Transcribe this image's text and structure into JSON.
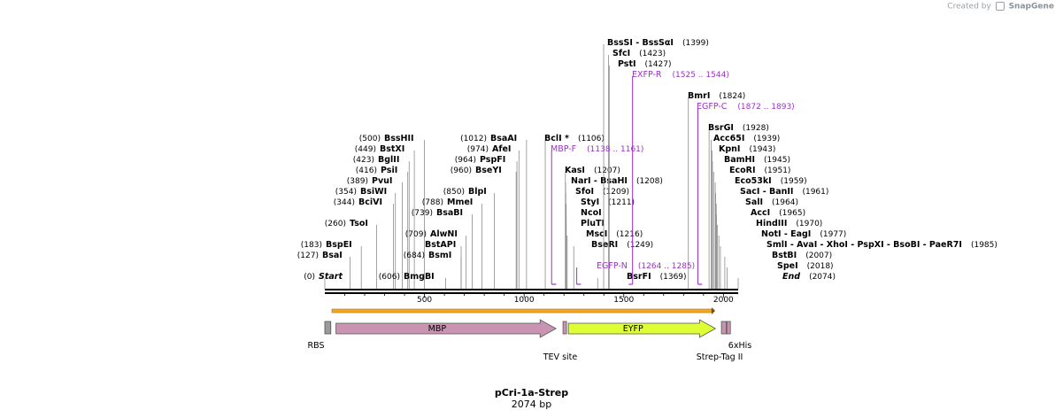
{
  "watermark": {
    "prefix": "Created by",
    "brand": "SnapGene"
  },
  "plasmid": {
    "name": "pCri-1a-Strep",
    "size": "2074 bp",
    "length": 2074
  },
  "colors": {
    "site_line": "#8c8c8c",
    "primer": "#9b30c9",
    "mbp": "#c994b2",
    "eyfp": "#ddff33",
    "tag": "#c994b2",
    "rbs": "#9a9a9a",
    "orf": "#f5a623"
  },
  "ticks": [
    "500",
    "1000",
    "1500",
    "2000"
  ],
  "tick_values": [
    500,
    1000,
    1500,
    2000
  ],
  "left_sites": [
    {
      "name": "Start",
      "pos": "(0)",
      "bp": 0,
      "italic": true
    },
    {
      "name": "BsaI",
      "pos": "(127)",
      "bp": 127
    },
    {
      "name": "BspEI",
      "pos": "(183)",
      "bp": 183
    },
    {
      "name": "TsoI",
      "pos": "(260)",
      "bp": 260
    },
    {
      "name": "BciVI",
      "pos": "(344)",
      "bp": 344
    },
    {
      "name": "BsiWI",
      "pos": "(354)",
      "bp": 354
    },
    {
      "name": "PvuI",
      "pos": "(389)",
      "bp": 389
    },
    {
      "name": "PsiI",
      "pos": "(416)",
      "bp": 416
    },
    {
      "name": "BglII",
      "pos": "(423)",
      "bp": 423
    },
    {
      "name": "BstXI",
      "pos": "(449)",
      "bp": 449
    },
    {
      "name": "BssHII",
      "pos": "(500)",
      "bp": 500
    }
  ],
  "mid_sites": [
    {
      "name": "BmgBI",
      "pos": "(606)",
      "bp": 606
    },
    {
      "name": "BsmI",
      "pos": "(684)",
      "bp": 684
    },
    {
      "name": "BstAPI",
      "pos": "",
      "bp": 684
    },
    {
      "name": "AlwNI",
      "pos": "(709)",
      "bp": 709
    },
    {
      "name": "BsaBI",
      "pos": "(739)",
      "bp": 739
    },
    {
      "name": "MmeI",
      "pos": "(788)",
      "bp": 788
    },
    {
      "name": "BlpI",
      "pos": "(850)",
      "bp": 850
    },
    {
      "name": "BseYI",
      "pos": "(960)",
      "bp": 960
    },
    {
      "name": "PspFI",
      "pos": "(964)",
      "bp": 964
    },
    {
      "name": "AfeI",
      "pos": "(974)",
      "bp": 974
    },
    {
      "name": "BsaAI",
      "pos": "(1012)",
      "bp": 1012
    }
  ],
  "right_sites": [
    {
      "name": "BsrFI",
      "pos": "(1369)",
      "bp": 1369
    },
    {
      "name": "BseRI",
      "pos": "(1249)",
      "bp": 1249
    },
    {
      "name": "MscI",
      "pos": "(1216)",
      "bp": 1216
    },
    {
      "name": "PluTI",
      "pos": "",
      "bp": 1211
    },
    {
      "name": "NcoI",
      "pos": "",
      "bp": 1211
    },
    {
      "name": "StyI",
      "pos": "(1211)",
      "bp": 1211
    },
    {
      "name": "SfoI",
      "pos": "(1209)",
      "bp": 1209
    },
    {
      "name": "NarI - BsaHI",
      "pos": "(1208)",
      "bp": 1208
    },
    {
      "name": "KasI",
      "pos": "(1207)",
      "bp": 1207
    },
    {
      "name": "BclI *",
      "pos": "(1106)",
      "bp": 1106
    },
    {
      "name": "BmrI",
      "pos": "(1824)",
      "bp": 1824
    },
    {
      "name": "PstI",
      "pos": "(1427)",
      "bp": 1427
    },
    {
      "name": "SfcI",
      "pos": "(1423)",
      "bp": 1423
    },
    {
      "name": "BssSI - BssSαI",
      "pos": "(1399)",
      "bp": 1399
    },
    {
      "name": "BsrGI",
      "pos": "(1928)",
      "bp": 1928
    },
    {
      "name": "Acc65I",
      "pos": "(1939)",
      "bp": 1939
    },
    {
      "name": "KpnI",
      "pos": "(1943)",
      "bp": 1943
    },
    {
      "name": "BamHI",
      "pos": "(1945)",
      "bp": 1945
    },
    {
      "name": "EcoRI",
      "pos": "(1951)",
      "bp": 1951
    },
    {
      "name": "Eco53kI",
      "pos": "(1959)",
      "bp": 1959
    },
    {
      "name": "SacI - BanII",
      "pos": "(1961)",
      "bp": 1961
    },
    {
      "name": "SalI",
      "pos": "(1964)",
      "bp": 1964
    },
    {
      "name": "AccI",
      "pos": "(1965)",
      "bp": 1965
    },
    {
      "name": "HindIII",
      "pos": "(1970)",
      "bp": 1970
    },
    {
      "name": "NotI - EagI",
      "pos": "(1977)",
      "bp": 1977
    },
    {
      "name": "SmlI - AvaI - XhoI - PspXI - BsoBI - PaeR7I",
      "pos": "(1985)",
      "bp": 1985
    },
    {
      "name": "BstBI",
      "pos": "(2007)",
      "bp": 2007
    },
    {
      "name": "SpeI",
      "pos": "(2018)",
      "bp": 2018
    },
    {
      "name": "End",
      "pos": "(2074)",
      "bp": 2074,
      "italic": true
    }
  ],
  "primers": [
    {
      "name": "MBP-F",
      "range": "(1138 .. 1161)",
      "start": 1138,
      "end": 1161
    },
    {
      "name": "EGFP-N",
      "range": "(1264 .. 1285)",
      "start": 1264,
      "end": 1285
    },
    {
      "name": "EXFP-R",
      "range": "(1525 .. 1544)",
      "start": 1525,
      "end": 1544
    },
    {
      "name": "EGFP-C",
      "range": "(1872 .. 1893)",
      "start": 1872,
      "end": 1893
    }
  ],
  "features": [
    {
      "name": "RBS",
      "start": 0,
      "end": 30,
      "type": "box"
    },
    {
      "name": "MBP",
      "start": 56,
      "end": 1160,
      "type": "arrow"
    },
    {
      "name": "TEV site",
      "start": 1195,
      "end": 1212,
      "type": "box"
    },
    {
      "name": "EYFP",
      "start": 1222,
      "end": 1960,
      "type": "arrow"
    },
    {
      "name": "Strep-Tag II",
      "start": 1990,
      "end": 2014,
      "type": "box"
    },
    {
      "name": "6xHis",
      "start": 2017,
      "end": 2035,
      "type": "box"
    }
  ]
}
